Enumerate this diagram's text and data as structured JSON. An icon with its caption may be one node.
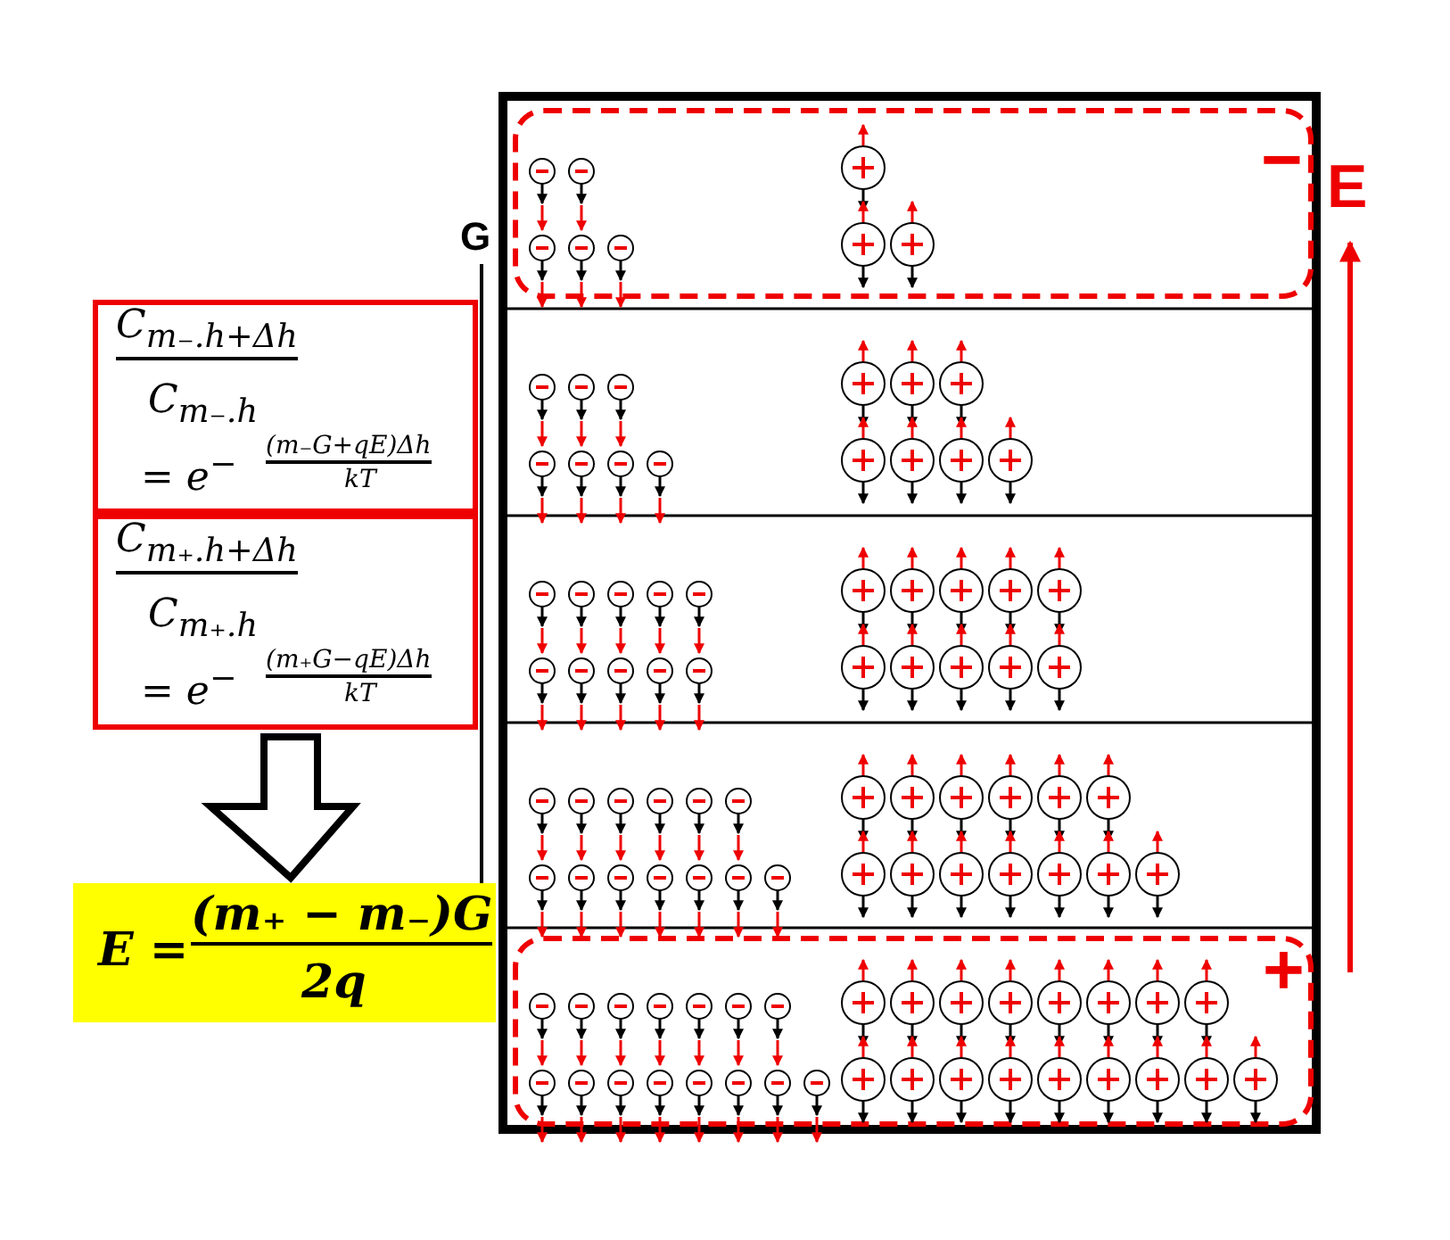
{
  "diagram": {
    "nodes": [
      {
        "text": [
          "C$_{m₋.h+Δh}$",
          "C$_{m₋.h}$",
          "= e$^{−}$",
          "(m₋G+qE)Δh",
          "kT"
        ]
      },
      {
        "text": [
          "C$_{m₊.h+Δh}$",
          "C$_{m₊.h}$",
          "= e$^{−}$",
          "(m₊G−qE)Δh",
          "kT"
        ]
      },
      {
        "text": [
          "E =",
          "(m₊ − m₋)G",
          "2q"
        ]
      }
    ],
    "edges": [
      {
        "from": 1,
        "to": 2,
        "arrow": "to"
      }
    ],
    "labels": [
      "G",
      "−",
      "E",
      "+"
    ]
  }
}
